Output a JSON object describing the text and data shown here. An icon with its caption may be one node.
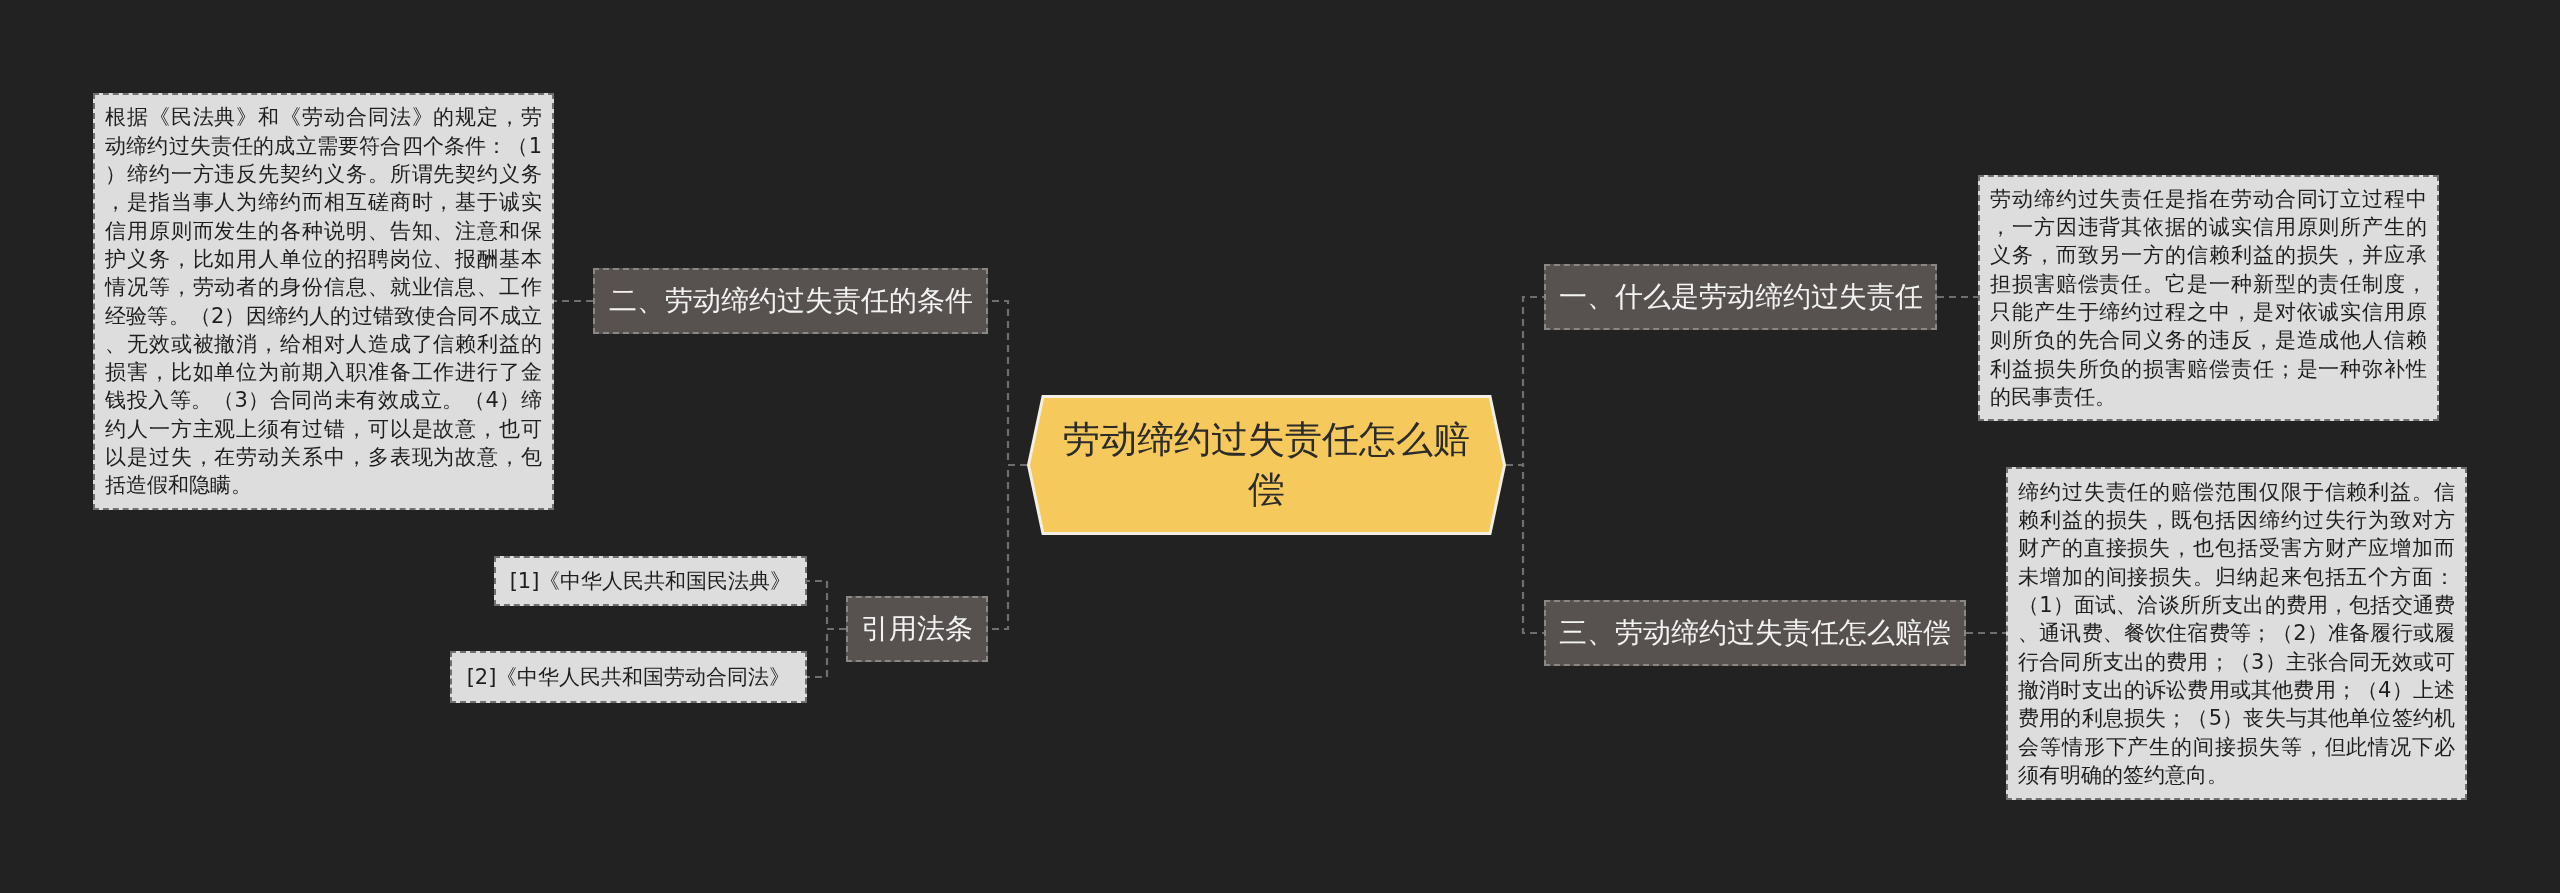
{
  "diagram": {
    "nodes": [
      {
        "text": [
          "劳动缔约过失责任怎么赔偿"
        ]
      },
      {
        "text": [
          "二、劳动缔约过失责任的条件"
        ]
      },
      {
        "text": [
          "根据《民法典》和《劳动合同法》的规定，劳动缔约过失责任的成立需要符合四个条件：（1）缔约一方违反先契约义务。所谓先契约义务，是指当事人为缔约而相互磋商时，基于诚实信用原则而发生的各种说明、告知、注意和保护义务，比如用人单位的招聘岗位、报酬基本情况等，劳动者的身份信息、就业信息、工作经验等。（2）因缔约人的过错致使合同不成立、无效或被撤消，给相对人造成了信赖利益的损害，比如单位为前期入职准备工作进行了金钱投入等。（3）合同尚未有效成立。（4）缔约人一方主观上须有过错，可以是故意，也可以是过失，在劳动关系中，多表现为故意，包括造假和隐瞒。"
        ]
      },
      {
        "text": [
          "引用法条"
        ]
      },
      {
        "text": [
          "[1]《中华人民共和国民法典》"
        ]
      },
      {
        "text": [
          "[2]《中华人民共和国劳动合同法》"
        ]
      },
      {
        "text": [
          "一、什么是劳动缔约过失责任"
        ]
      },
      {
        "text": [
          "劳动缔约过失责任是指在劳动合同订立过程中，一方因违背其依据的诚实信用原则所产生的义务，而致另一方的信赖利益的损失，并应承担损害赔偿责任。它是一种新型的责任制度，只能产生于缔约过程之中，是对依诚实信用原则所负的先合同义务的违反，是造成他人信赖利益损失所负的损害赔偿责任；是一种弥补性的民事责任。"
        ]
      },
      {
        "text": [
          "三、劳动缔约过失责任怎么赔偿"
        ]
      },
      {
        "text": [
          "缔约过失责任的赔偿范围仅限于信赖利益。信赖利益的损失，既包括因缔约过失行为致对方财产的直接损失，也包括受害方财产应增加而未增加的间接损失。归纳起来包括五个方面：（1）面试、洽谈所所支出的费用，包括交通费、通讯费、餐饮住宿费等；（2）准备履行或履行合同所支出的费用；（3）主张合同无效或可撤消时支出的诉讼费用或其他费用；（4）上述费用的利息损失；（5）丧失与其他单位签约机会等情形下产生的间接损失等，但此情况下必须有明确的签约意向。"
        ]
      }
    ],
    "edges": [
      {
        "from": 0,
        "to": 1,
        "arrow": "none",
        "style": "dashed"
      },
      {
        "from": 0,
        "to": 3,
        "arrow": "none",
        "style": "dashed"
      },
      {
        "from": 0,
        "to": 6,
        "arrow": "none",
        "style": "dashed"
      },
      {
        "from": 0,
        "to": 8,
        "arrow": "none",
        "style": "dashed"
      },
      {
        "from": 1,
        "to": 2,
        "arrow": "none",
        "style": "dashed"
      },
      {
        "from": 3,
        "to": 4,
        "arrow": "none",
        "style": "dashed"
      },
      {
        "from": 3,
        "to": 5,
        "arrow": "none",
        "style": "dashed"
      },
      {
        "from": 6,
        "to": 7,
        "arrow": "none",
        "style": "dashed"
      },
      {
        "from": 8,
        "to": 9,
        "arrow": "none",
        "style": "dashed"
      }
    ]
  }
}
